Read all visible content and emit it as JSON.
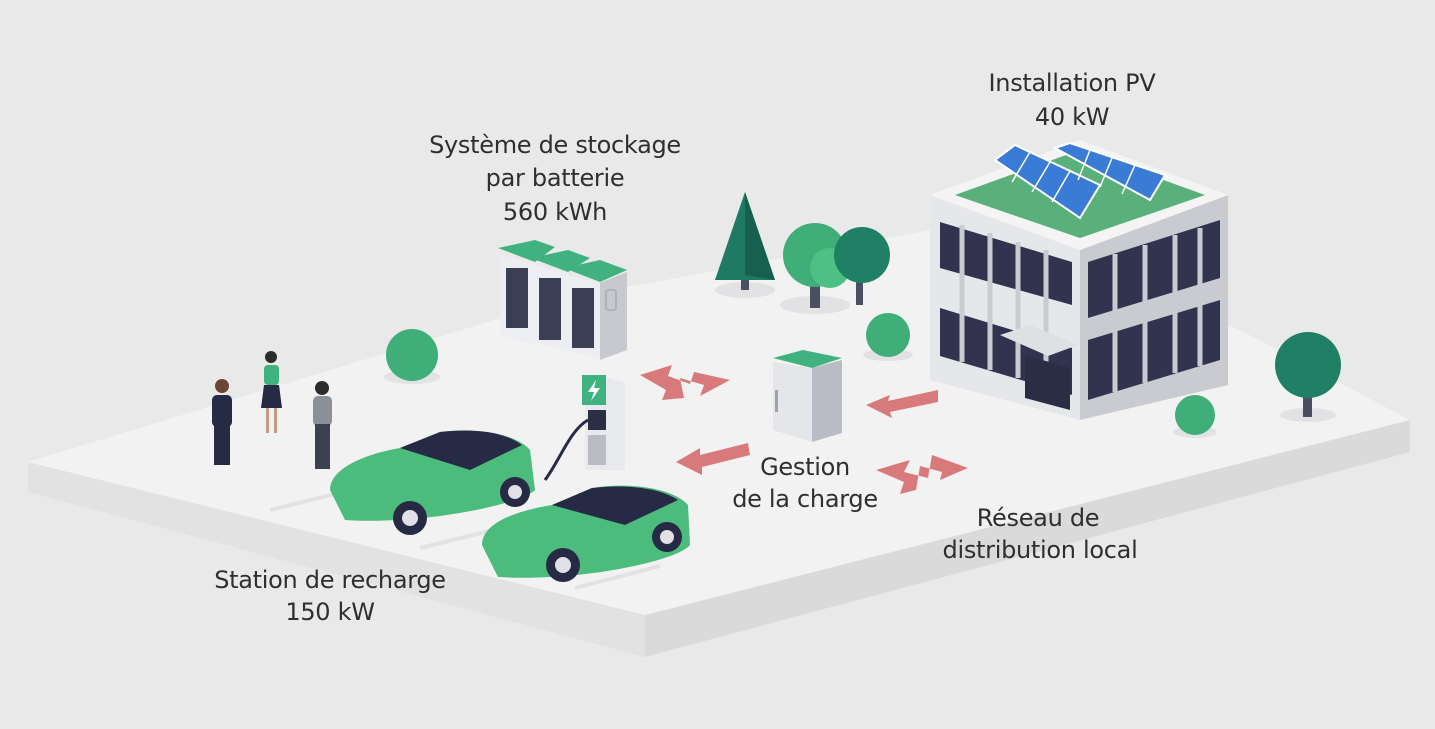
{
  "labels": {
    "pv": {
      "line1": "Installation PV",
      "line2": "40 kW"
    },
    "battery": {
      "line1": "Système de stockage",
      "line2": "par batterie",
      "line3": "560 kWh"
    },
    "management": {
      "line1": "Gestion",
      "line2": "de la charge"
    },
    "grid": {
      "line1": "Réseau de",
      "line2": "distribution local"
    },
    "station": {
      "line1": "Station de recharge",
      "line2": "150 kW"
    }
  },
  "colors": {
    "background": "#e9e9e9",
    "floor": "#f1f1f1",
    "accent_green": "#3fb27f",
    "car_green": "#4cbc7c",
    "dark_navy": "#262a45",
    "arrow": "#d87a7b",
    "tree_dark": "#1f7a63",
    "solar_blue": "#3a7bd5"
  },
  "icons": [
    "lightning-bolt-icon",
    "battery-icon"
  ]
}
